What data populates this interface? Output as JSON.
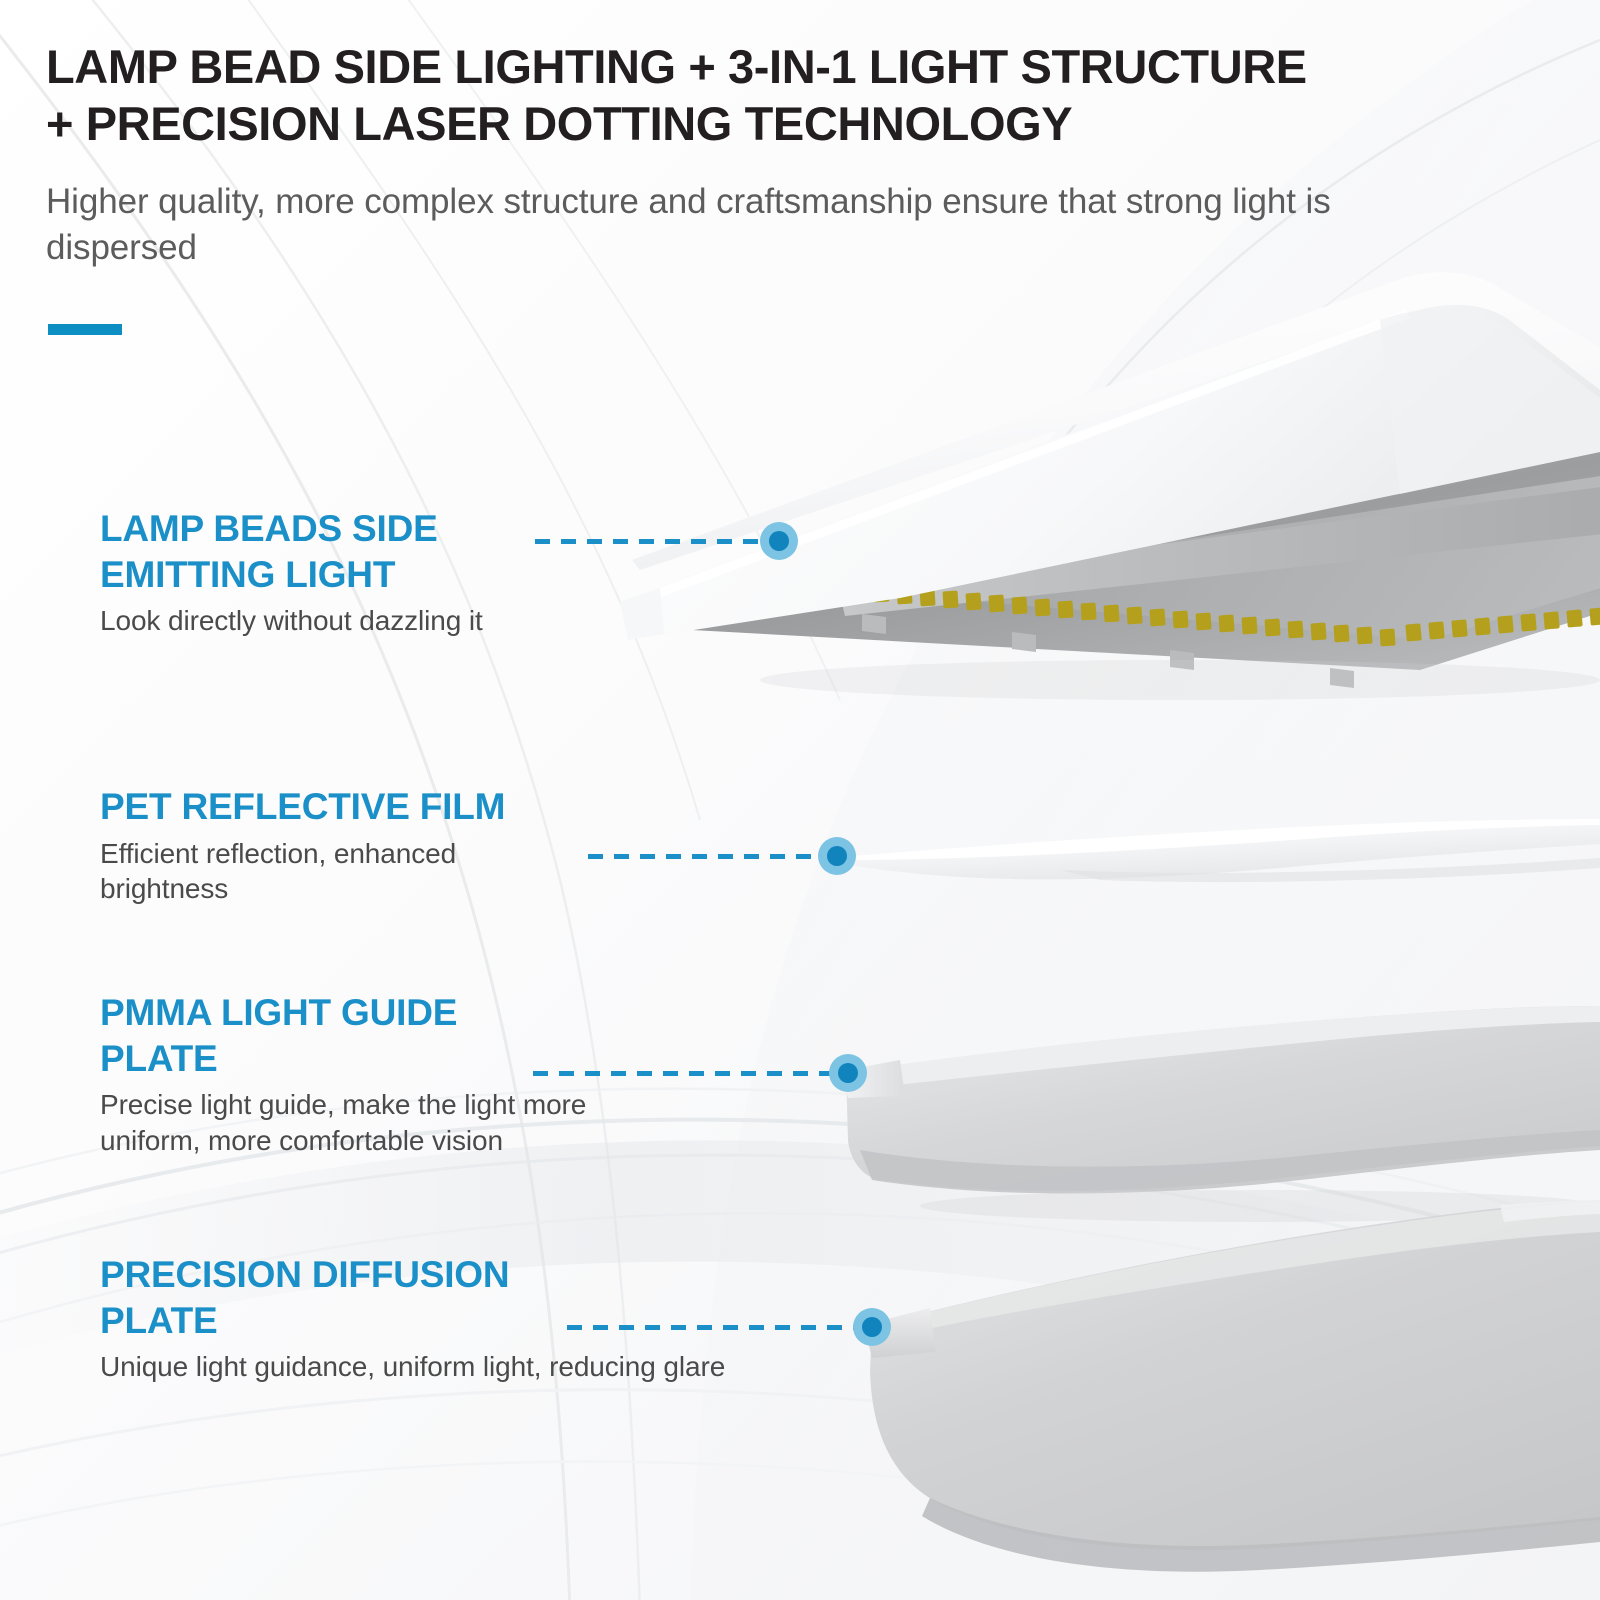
{
  "header": {
    "title": "LAMP BEAD SIDE LIGHTING + 3-IN-1 LIGHT STRUCTURE + PRECISION LASER DOTTING TECHNOLOGY",
    "subtitle": "Higher quality, more complex structure and craftsmanship ensure that strong light is dispersed"
  },
  "features": [
    {
      "title": "LAMP BEADS SIDE\nEMITTING LIGHT",
      "desc": "Look directly without dazzling it"
    },
    {
      "title": "PET REFLECTIVE FILM",
      "desc": "Efficient reflection, enhanced\nbrightness"
    },
    {
      "title": "PMMA LIGHT GUIDE\nPLATE",
      "desc": "Precise light guide, make the light more\nuniform, more comfortable vision"
    },
    {
      "title": "PRECISION DIFFUSION\nPLATE",
      "desc": "Unique light guidance, uniform light, reducing glare"
    }
  ],
  "colors": {
    "accent_blue": "#1a8fc8",
    "accent_bar": "#0d8fc4",
    "marker_inner": "#1184bd",
    "marker_halo": "#7cc3e4",
    "title_text": "#231f20",
    "subtitle_text": "#5c5c5c",
    "body_text": "#4a4a4a",
    "led_bead": "#b5a01e",
    "housing_white": "#fdfdfd",
    "housing_underside_gray": "#9a9a9a",
    "plate_gray": "#d4d5d7",
    "background": "#ffffff"
  },
  "artwork": {
    "layer_1_name": "led-panel-housing-with-side-lamp-beads",
    "layer_2_name": "pet-reflective-film-sheet",
    "layer_3_name": "pmma-light-guide-plate",
    "layer_4_name": "precision-diffusion-plate",
    "led_bead_count": 34
  }
}
